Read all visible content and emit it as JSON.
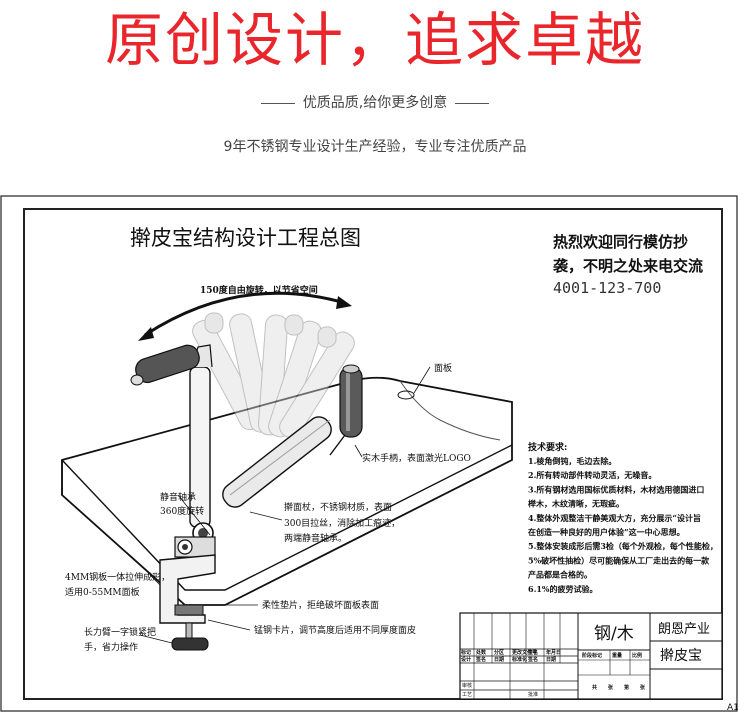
{
  "headline": "原创设计，追求卓越",
  "tagline": "优质品质,给你更多创意",
  "subtitle": "9年不锈钢专业设计生产经验，专业专注优质产品",
  "drawing": {
    "title": "擀皮宝结构设计工程总图",
    "notice_line1": "热烈欢迎同行模仿抄",
    "notice_line2": "袭，不明之处来电交流",
    "phone": "4001-123-700",
    "rotation_label": "150度自由旋转，以节省空间",
    "panel_label": "面板",
    "handle_label": "实木手柄，表面激光LOGO",
    "bearing_label_1": "静音轴承",
    "bearing_label_2": "360度旋转",
    "rod_label_1": "擀面杖，不锈钢材质，表面",
    "rod_label_2": "300目拉丝，消除加工痕迹，",
    "rod_label_3": "两端静音轴承。",
    "arm_label_1": "4MM钢板一体拉伸成形，",
    "arm_label_2": "适用0-55MM面板",
    "pad_label": "柔性垫片，拒绝破坏面板表面",
    "clip_label": "锰钢卡片，调节高度后适用不同厚度面皮",
    "screw_label_1": "长力臂一字锁紧把",
    "screw_label_2": "手，省力操作",
    "tech": {
      "heading": "技术要求:",
      "lines": [
        "1.棱角倒钝，毛边去除。",
        "2.所有转动部件转动灵活，无噪音。",
        "3.所有钢材选用国标优质材料，木材选用德国进口",
        "榉木，木纹清晰，无瑕疵。",
        "4.整体外观整洁干静美观大方，充分展示“设计旨",
        "在创造一种良好的用户体验”这一中心思想。",
        "5.整体安装成形后需3检（每个外观检，每个性能检，",
        "5%破坏性抽检）尽可能确保从工厂走出去的每一款",
        "产品都是合格的。",
        "6.1%的疲劳试验。"
      ]
    },
    "title_block": {
      "material": "钢/木",
      "company": "朗恩产业",
      "product": "擀皮宝",
      "row1": [
        "标记",
        "处数",
        "分区",
        "更改文件号",
        "签名",
        "年月日"
      ],
      "row2": [
        "设计",
        "签名",
        "日期",
        "标准化",
        "签名",
        "日期"
      ],
      "row3": [
        "审核"
      ],
      "row4": [
        "工艺",
        "批准"
      ],
      "stage_headers": [
        "阶段标记",
        "重量",
        "比例"
      ],
      "sheet": [
        "共",
        "张",
        "第",
        "张"
      ]
    },
    "corner": "A1"
  }
}
